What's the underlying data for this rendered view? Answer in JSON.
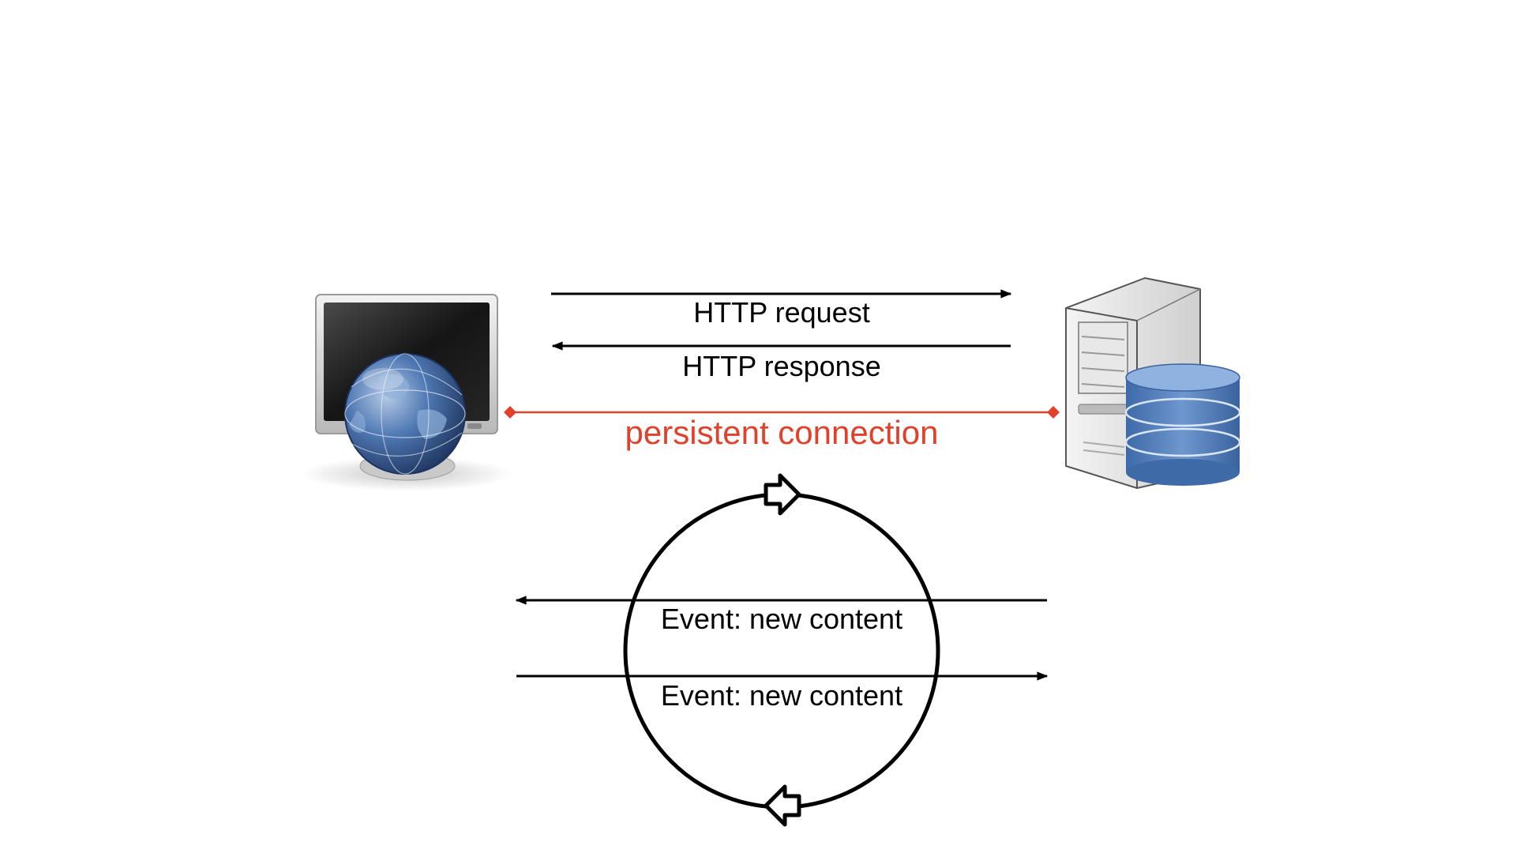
{
  "labels": {
    "http_request": "HTTP request",
    "http_response": "HTTP response",
    "persistent_connection": "persistent connection",
    "event_incoming": "Event: new content",
    "event_outgoing": "Event: new content"
  },
  "icons": {
    "client": "monitor-with-globe-icon",
    "server": "server-tower-with-database-icon"
  },
  "colors": {
    "arrow": "#000000",
    "persistent_connection": "#e0412b",
    "globe": "#3f6aa5",
    "database": "#5b86c0"
  }
}
